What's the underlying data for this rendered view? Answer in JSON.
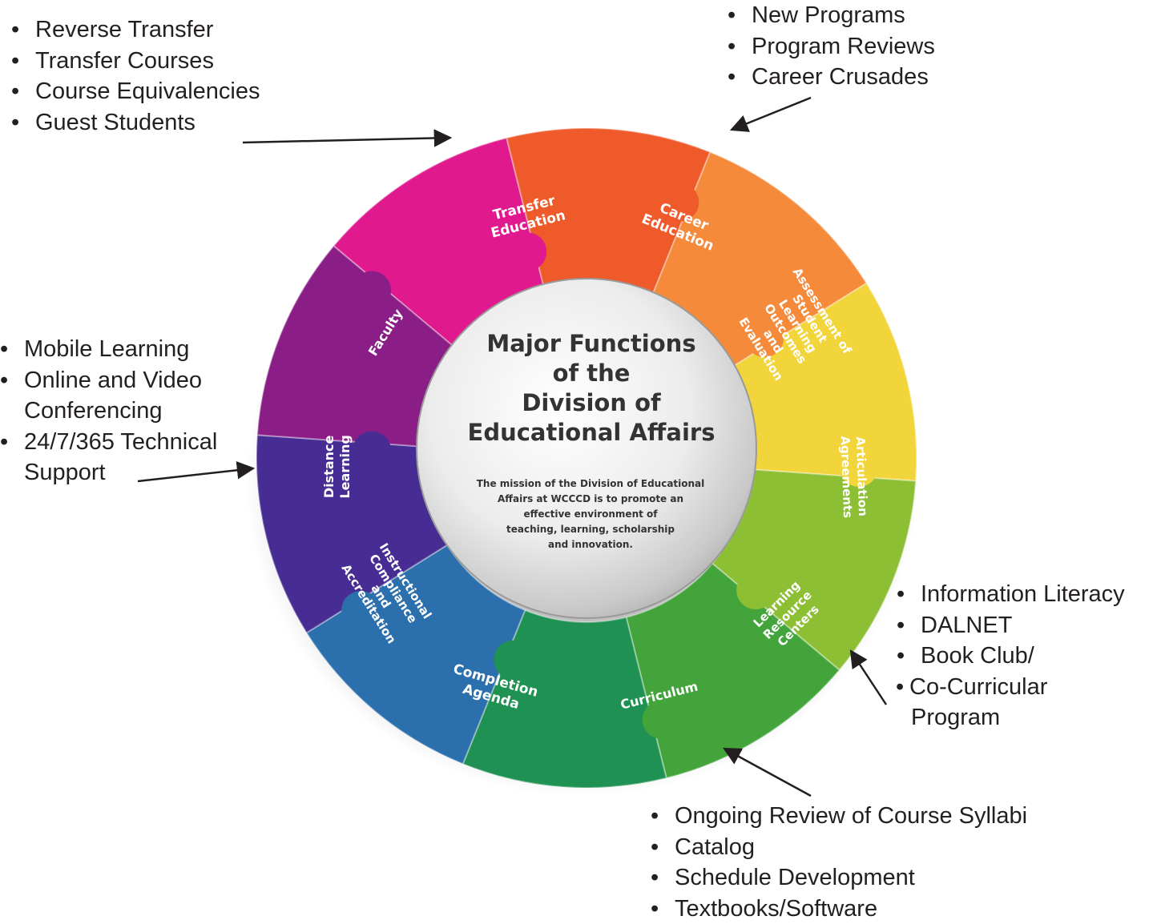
{
  "center": {
    "title_lines": [
      "Major Functions",
      "of the",
      "Division of",
      "Educational Affairs"
    ],
    "mission_lines": [
      "The mission of the Division of Educational",
      "Affairs at WCCCD is to promote an",
      "effective environment of",
      "teaching, learning, scholarship",
      "and innovation."
    ]
  },
  "segments": [
    {
      "id": "transfer",
      "lines": [
        "Transfer",
        "Education"
      ],
      "color": "#e0198f"
    },
    {
      "id": "career",
      "lines": [
        "Career",
        "Education"
      ],
      "color": "#ee5a2a"
    },
    {
      "id": "assessment",
      "lines": [
        "Assessment of",
        "Student",
        "Learning",
        "Outcomes",
        "and",
        "Evaluation"
      ],
      "color": "#f58a3a"
    },
    {
      "id": "articulation",
      "lines": [
        "Articulation",
        "Agreements"
      ],
      "color": "#f2d53a"
    },
    {
      "id": "lrc",
      "lines": [
        "Learning",
        "Resource",
        "Centers"
      ],
      "color": "#8cbf34"
    },
    {
      "id": "curriculum",
      "lines": [
        "Curriculum"
      ],
      "color": "#44a43c"
    },
    {
      "id": "completion",
      "lines": [
        "Completion",
        "Agenda"
      ],
      "color": "#1f9152"
    },
    {
      "id": "compliance",
      "lines": [
        "Instructional",
        "Compliance",
        "and",
        "Accreditation"
      ],
      "color": "#2b6fac"
    },
    {
      "id": "distance",
      "lines": [
        "Distance",
        "Learning"
      ],
      "color": "#472d93"
    },
    {
      "id": "faculty",
      "lines": [
        "Faculty"
      ],
      "color": "#8a1e86"
    }
  ],
  "callouts": {
    "top_left": [
      "Reverse Transfer",
      "Transfer Courses",
      "Course Equivalencies",
      "Guest Students"
    ],
    "top_right": [
      "New Programs",
      "Program Reviews",
      "Career Crusades"
    ],
    "mid_left": {
      "items": [
        "Mobile Learning",
        "Online and Video",
        "Conferencing",
        "24/7/365 Technical",
        "Support"
      ]
    },
    "mid_right": {
      "items": [
        "Information Literacy",
        "DALNET",
        "Book Club/",
        "Co-Curricular",
        "Program"
      ]
    },
    "bottom": [
      "Ongoing Review of Course Syllabi",
      "Catalog",
      "Schedule Development",
      "Textbooks/Software"
    ]
  }
}
